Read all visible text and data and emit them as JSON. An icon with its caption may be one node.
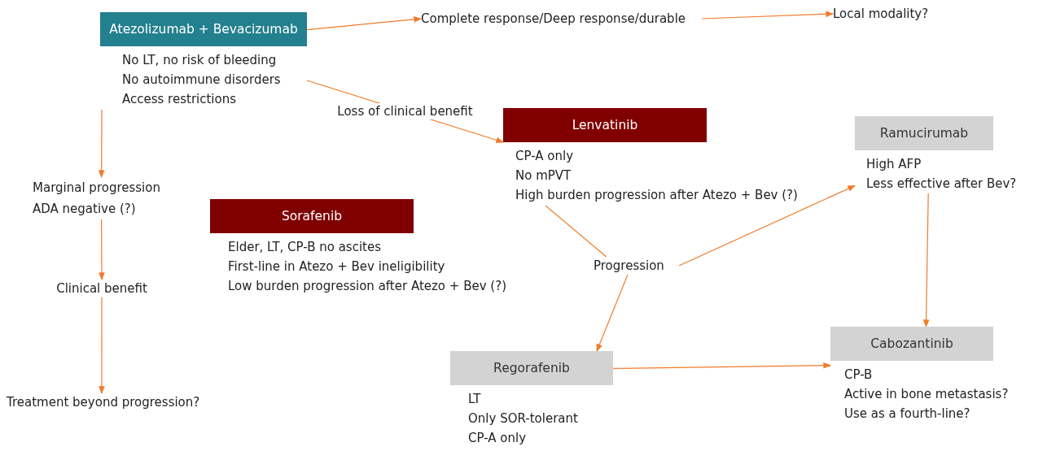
{
  "diagram": {
    "nodes": [
      {
        "text": [
          "Atezolizumab + Bevacizumab"
        ],
        "beside": [
          "No LT, no risk of bleeding",
          "No autoimmune disorders",
          "Access restrictions"
        ]
      },
      {
        "text": [
          "Complete response/Deep response/durable"
        ]
      },
      {
        "text": [
          "Local modality?"
        ]
      },
      {
        "text": [
          "Lenvatinib"
        ],
        "beside": [
          "CP-A only",
          "No mPVT",
          "High burden progression after Atezo + Bev (?)"
        ]
      },
      {
        "text": [
          "Ramucirumab"
        ],
        "beside": [
          "High AFP",
          "Less effective after Bev?"
        ]
      },
      {
        "text": [
          "Marginal progression ADA negative (?)"
        ]
      },
      {
        "text": [
          "Sorafenib"
        ],
        "beside": [
          "Elder, LT, CP-B no ascites",
          "First-line in Atezo + Bev ineligibility",
          "Low burden progression after Atezo + Bev (?)"
        ]
      },
      {
        "text": [
          "Progression"
        ]
      },
      {
        "text": [
          "Clinical benefit"
        ]
      },
      {
        "text": [
          "Cabozantinib"
        ],
        "beside": [
          "CP-B",
          "Active in bone metastasis?",
          "Use as a fourth-line?"
        ]
      },
      {
        "text": [
          "Regorafenib"
        ],
        "beside": [
          "LT",
          "Only SOR-tolerant",
          "CP-A only"
        ]
      },
      {
        "text": [
          "Treatment beyond progression?"
        ]
      }
    ],
    "edges": [
      {
        "from": 0,
        "to": 1,
        "arrow": "to"
      },
      {
        "from": 1,
        "to": 2,
        "arrow": "to"
      },
      {
        "from": 0,
        "to": 3,
        "arrow": "to",
        "label": "Loss of clinical benefit"
      },
      {
        "from": 0,
        "to": 5,
        "arrow": "to"
      },
      {
        "from": 5,
        "to": 8,
        "arrow": "to"
      },
      {
        "from": 8,
        "to": 11,
        "arrow": "to"
      },
      {
        "from": 3,
        "to": 7,
        "arrow": "none"
      },
      {
        "from": 7,
        "to": 4,
        "arrow": "to"
      },
      {
        "from": 7,
        "to": 10,
        "arrow": "to"
      },
      {
        "from": 4,
        "to": 9,
        "arrow": "to"
      },
      {
        "from": 10,
        "to": 9,
        "arrow": "to"
      }
    ]
  }
}
